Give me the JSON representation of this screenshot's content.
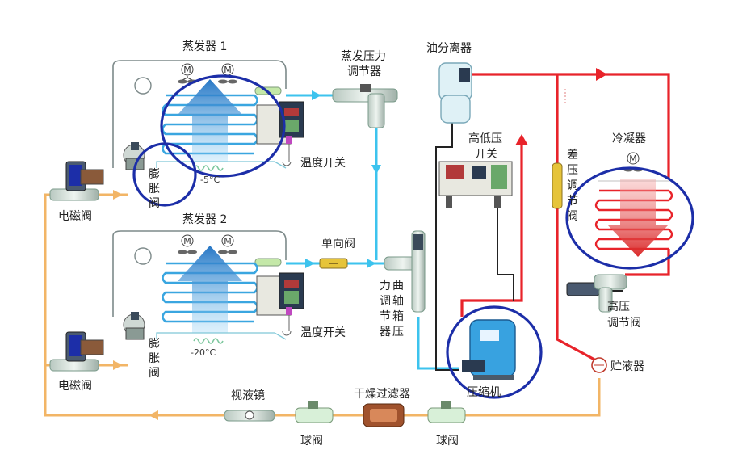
{
  "labels": {
    "evaporator1": "蒸发器 1",
    "evaporator2": "蒸发器 2",
    "evap_pressure_regulator_l1": "蒸发压力",
    "evap_pressure_regulator_l2": "调节器",
    "oil_separator": "油分离器",
    "hl_pressure_switch_l1": "高低压",
    "hl_pressure_switch_l2": "开关",
    "condenser": "冷凝器",
    "diff_pressure_valve": [
      "差",
      "压",
      "调",
      "节",
      "阀"
    ],
    "temp_switch_1": "温度开关",
    "temp_switch_2": "温度开关",
    "expansion_valve_1": [
      "膨",
      "胀",
      "阀"
    ],
    "expansion_valve_2": [
      "膨",
      "胀",
      "阀"
    ],
    "solenoid_valve_1": "电磁阀",
    "solenoid_valve_2": "电磁阀",
    "check_valve": "单向阀",
    "crankcase_regulator_col1": [
      "力",
      "调",
      "节",
      "器"
    ],
    "crankcase_regulator_col2": [
      "曲",
      "轴",
      "箱",
      "压"
    ],
    "high_pressure_regulator_l1": "高压",
    "high_pressure_regulator_l2": "调节阀",
    "receiver": "贮液器",
    "compressor": "压缩机",
    "sight_glass": "视液镜",
    "dryer_filter": "干燥过滤器",
    "ball_valve_1": "球阀",
    "ball_valve_2": "球阀",
    "temp_minus5": "-5°C",
    "temp_minus20": "-20°C",
    "fan_letter": "M"
  },
  "colors": {
    "suction_line": "#3cc3ee",
    "discharge_line": "#e8232a",
    "liquid_line": "#f2b566",
    "highlight_circle": "#1c2ea8",
    "black_line": "#222222",
    "coil_blue": "#3aa6e0",
    "coil_red": "#e8232a"
  }
}
